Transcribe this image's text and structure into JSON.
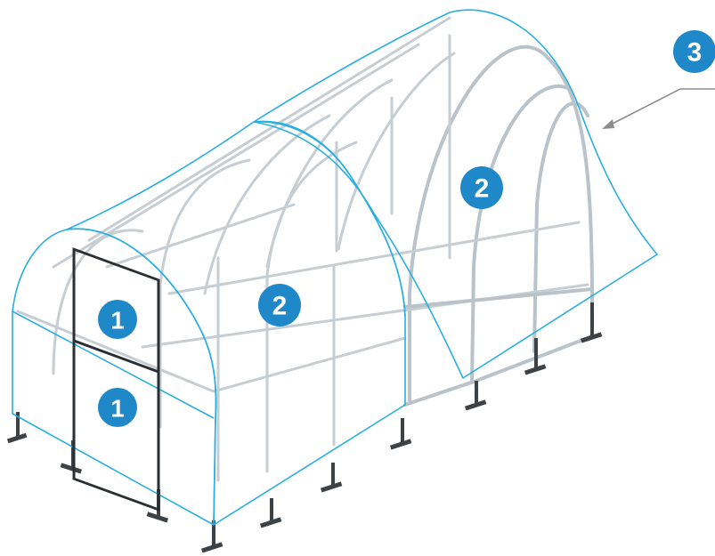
{
  "colors": {
    "marker_fill": "#1e88c8",
    "marker_fill_dark": "#1474b1",
    "film_fill": "#cfe9f8",
    "film_edge": "#29aee3",
    "frame": "#b9c3c9",
    "feet": "#3d4247",
    "door_frame": "#2b2f33",
    "arrow": "#8c8c8c"
  },
  "markers": [
    {
      "id": "door-upper",
      "label": "1"
    },
    {
      "id": "door-lower",
      "label": "1"
    },
    {
      "id": "front-cover",
      "label": "2"
    },
    {
      "id": "rear-cover",
      "label": "2"
    },
    {
      "id": "callout",
      "label": "3"
    }
  ],
  "icons": {
    "callout_arrow": "arrow-pointer-icon"
  }
}
